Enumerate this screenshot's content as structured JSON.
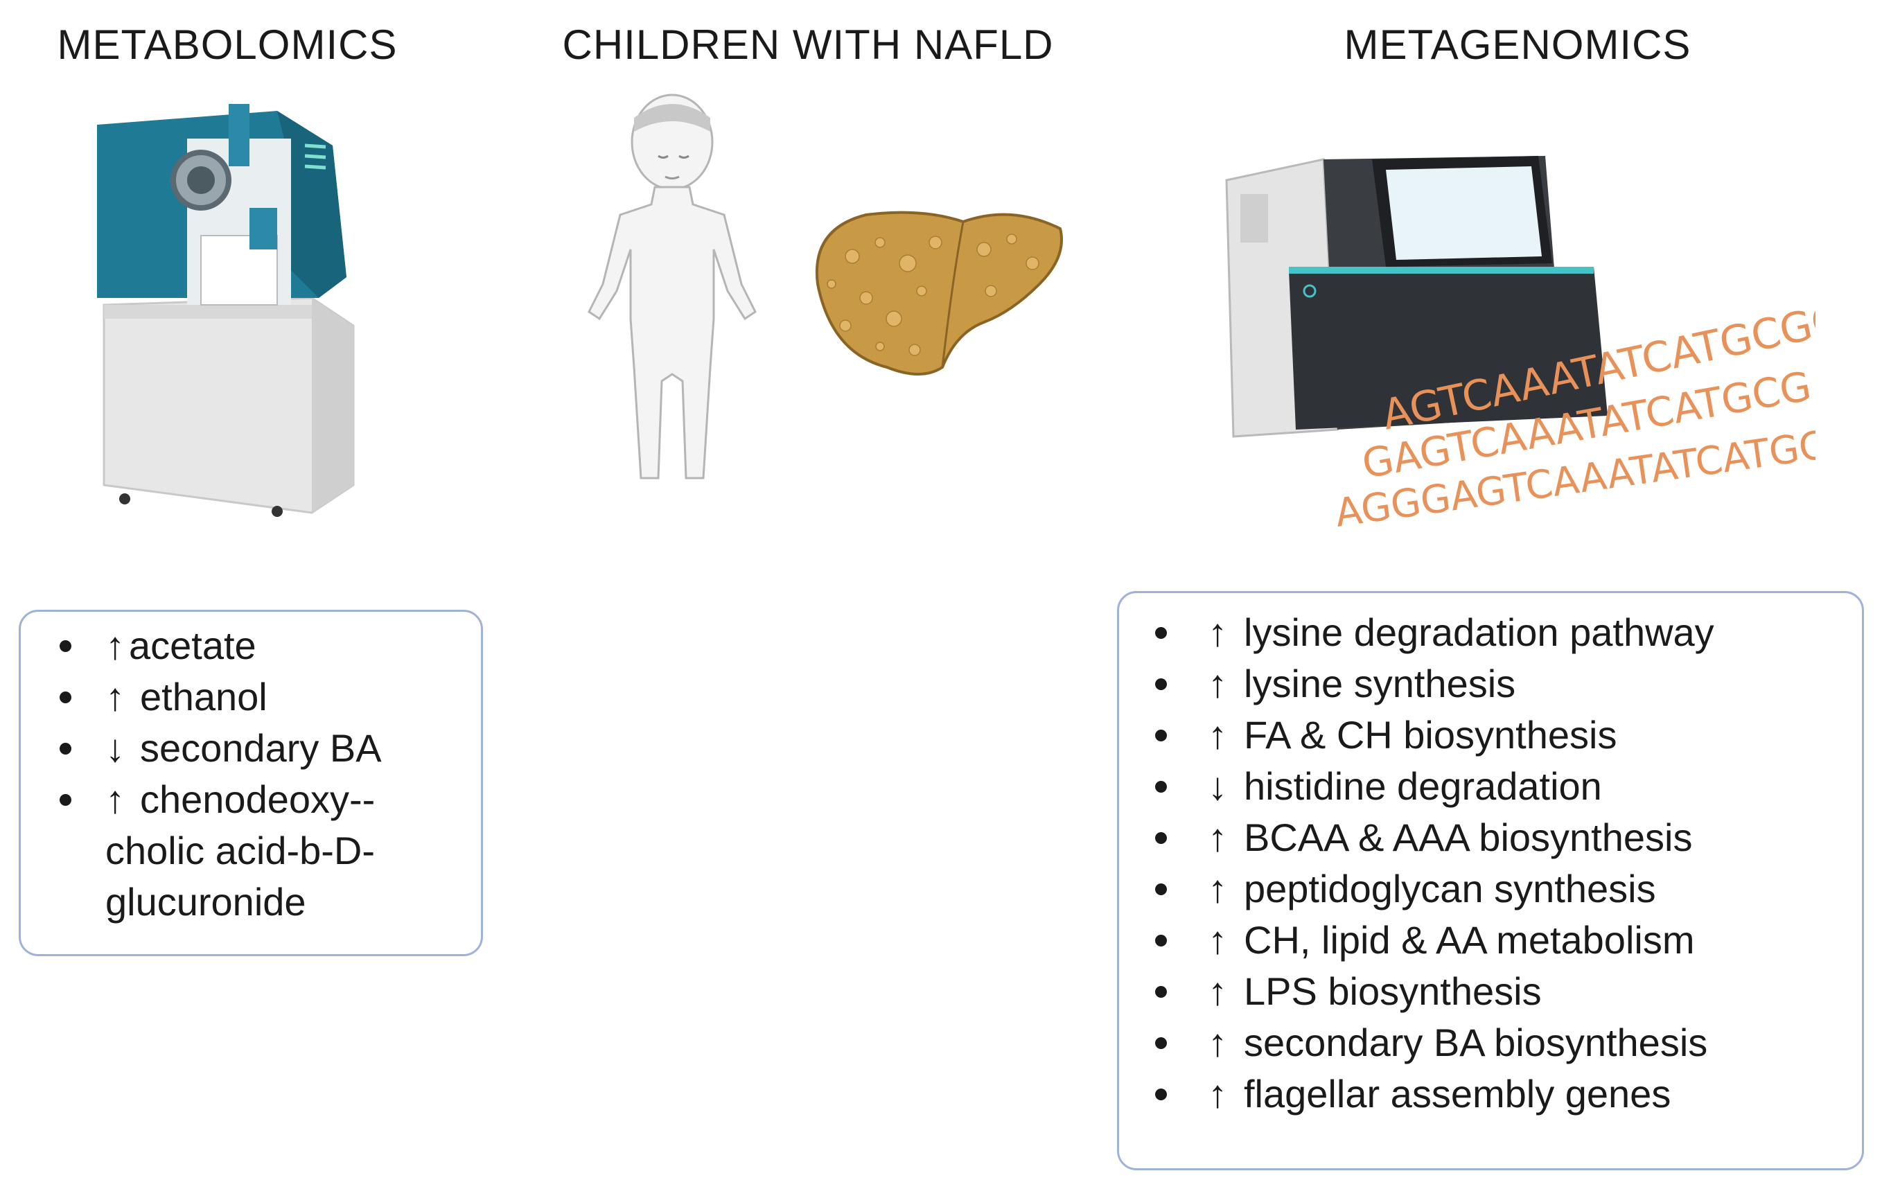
{
  "headings": {
    "metabolomics": "METABOLOMICS",
    "children": "CHILDREN WITH NAFLD",
    "metagenomics": "METAGENOMICS"
  },
  "metabolomics_findings": [
    {
      "arrow": "↑",
      "text": "acetate"
    },
    {
      "arrow": "↑",
      "text": "ethanol"
    },
    {
      "arrow": "↓",
      "text": "secondary BA"
    },
    {
      "arrow": "↑",
      "text": "chenodeoxy--",
      "cont": [
        "cholic acid-b-D-",
        "glucuronide"
      ]
    }
  ],
  "metagenomics_findings": [
    {
      "arrow": "↑",
      "text": "lysine degradation pathway"
    },
    {
      "arrow": "↑",
      "text": "lysine synthesis"
    },
    {
      "arrow": "↑",
      "text": "FA & CH biosynthesis"
    },
    {
      "arrow": "↓",
      "text": "histidine degradation"
    },
    {
      "arrow": "↑",
      "text": "BCAA & AAA biosynthesis"
    },
    {
      "arrow": "↑",
      "text": "peptidoglycan synthesis"
    },
    {
      "arrow": "↑",
      "text": "CH, lipid & AA metabolism"
    },
    {
      "arrow": "↑",
      "text": "LPS biosynthesis"
    },
    {
      "arrow": "↑",
      "text": "secondary BA biosynthesis"
    },
    {
      "arrow": "↑",
      "text": "flagellar assembly genes"
    }
  ],
  "sequence_text": {
    "line1": "AGTCAAATATCATGCGCAT",
    "line2": "GAGTCAAATATCATGCG",
    "line3": "AGGGAGTCAAATATCATGCGCAT"
  },
  "colors": {
    "box_border": "#9fb2d8",
    "ms_teal": "#1f7a95",
    "liver": "#c99a45",
    "dna_orange": "#e8925a",
    "sequencer_dark": "#3a3d42"
  },
  "icons": [
    "mass-spectrometer-icon",
    "child-figure-icon",
    "fatty-liver-icon",
    "dna-sequencer-icon"
  ]
}
